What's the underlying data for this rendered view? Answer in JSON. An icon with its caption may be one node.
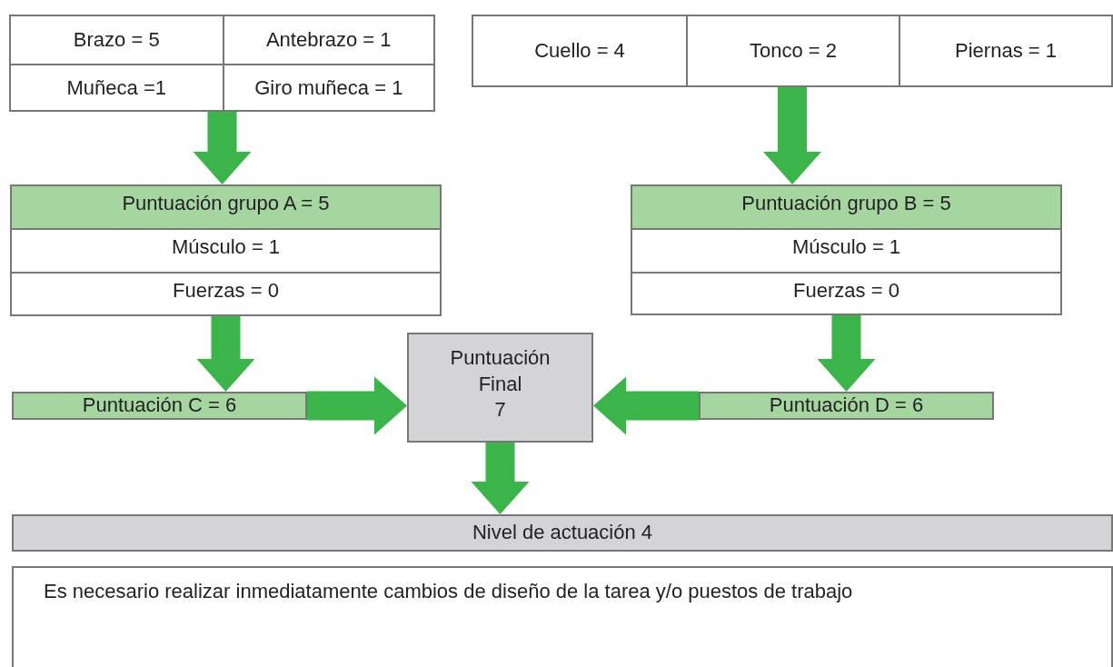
{
  "diagram": {
    "nodes": [
      {
        "text": [
          "Brazo = 5",
          "Antebrazo = 1",
          "Muñeca =1",
          "Giro muñeca = 1"
        ]
      },
      {
        "text": [
          "Cuello = 4",
          "Tonco = 2",
          "Piernas = 1"
        ]
      },
      {
        "text": [
          "Puntuación grupo A = 5",
          "Músculo = 1",
          "Fuerzas = 0"
        ]
      },
      {
        "text": [
          "Puntuación grupo B = 5",
          "Músculo = 1",
          "Fuerzas = 0"
        ]
      },
      {
        "text": [
          "Puntuación C = 6"
        ]
      },
      {
        "text": [
          "Puntuación Final",
          "7"
        ]
      },
      {
        "text": [
          "Puntuación D = 6"
        ]
      },
      {
        "text": [
          "Nivel de actuación 4"
        ]
      },
      {
        "text": [
          "Es necesario realizar inmediatamente cambios de diseño de la tarea y/o puestos de trabajo"
        ]
      }
    ],
    "edges": [
      {
        "from": 0,
        "to": 2,
        "arrow": "to"
      },
      {
        "from": 1,
        "to": 3,
        "arrow": "to"
      },
      {
        "from": 2,
        "to": 4,
        "arrow": "to"
      },
      {
        "from": 3,
        "to": 6,
        "arrow": "to"
      },
      {
        "from": 4,
        "to": 5,
        "arrow": "to"
      },
      {
        "from": 6,
        "to": 5,
        "arrow": "to"
      },
      {
        "from": 5,
        "to": 7,
        "arrow": "to"
      }
    ]
  }
}
